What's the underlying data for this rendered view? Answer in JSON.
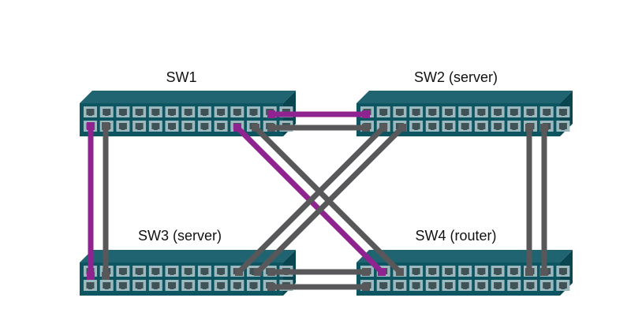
{
  "colors": {
    "background": "#ffffff",
    "switch_top": "#1f6470",
    "switch_front": "#0d5561",
    "switch_side": "#0a4650",
    "port_fill": "#9bb9be",
    "port_jack": "#3f5256",
    "cable_gray": "#58585a",
    "cable_purple": "#8f2390"
  },
  "switches": [
    {
      "id": "sw1",
      "label": "SW1"
    },
    {
      "id": "sw2",
      "label": "SW2 (server)"
    },
    {
      "id": "sw3",
      "label": "SW3 (server)"
    },
    {
      "id": "sw4",
      "label": "SW4 (router)"
    }
  ],
  "links": [
    {
      "from": "SW1",
      "to": "SW2",
      "color": "purple"
    },
    {
      "from": "SW1",
      "to": "SW2",
      "color": "gray"
    },
    {
      "from": "SW1",
      "to": "SW3",
      "color": "purple"
    },
    {
      "from": "SW1",
      "to": "SW3",
      "color": "gray"
    },
    {
      "from": "SW1",
      "to": "SW4",
      "color": "purple"
    },
    {
      "from": "SW1",
      "to": "SW4",
      "color": "gray"
    },
    {
      "from": "SW2",
      "to": "SW3",
      "color": "gray"
    },
    {
      "from": "SW2",
      "to": "SW3",
      "color": "gray"
    },
    {
      "from": "SW2",
      "to": "SW4",
      "color": "gray"
    },
    {
      "from": "SW2",
      "to": "SW4",
      "color": "gray"
    },
    {
      "from": "SW3",
      "to": "SW4",
      "color": "gray"
    },
    {
      "from": "SW3",
      "to": "SW4",
      "color": "gray"
    }
  ]
}
